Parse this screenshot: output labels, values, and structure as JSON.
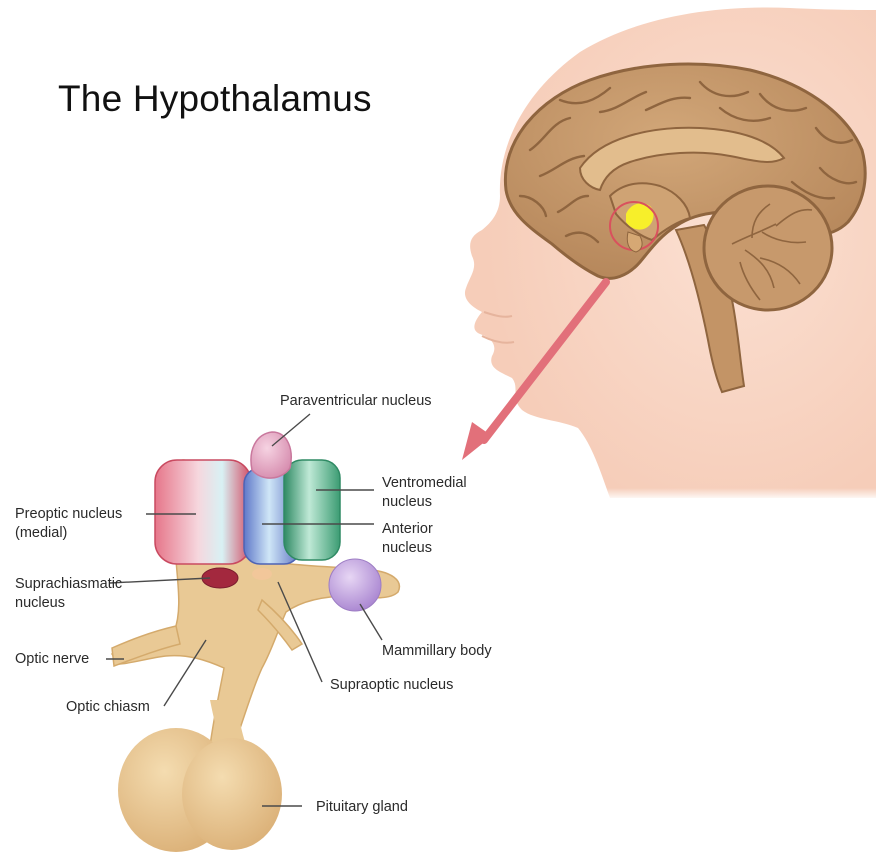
{
  "title": "The Hypothalamus",
  "colors": {
    "skin": "#f9d7c6",
    "brain": "#c39466",
    "brain_dark": "#8f653f",
    "tissue": "#e9c995",
    "highlight": "#f7ef2a",
    "pointer": "#e2707a",
    "callout_line": "#4a4a4a",
    "preoptic": "#e0566e",
    "anterior": "#5b73c6",
    "ventromedial": "#3f9e76",
    "paraventricular": "#d991b0",
    "suprachiasmatic": "#a3283e",
    "mammillary": "#b592d6"
  },
  "labels": {
    "paraventricular": "Paraventricular nucleus",
    "ventromedial_1": "Ventromedial",
    "ventromedial_2": "nucleus",
    "anterior_1": "Anterior",
    "anterior_2": "nucleus",
    "preoptic_1": "Preoptic nucleus",
    "preoptic_2": "(medial)",
    "suprachiasmatic_1": "Suprachiasmatic",
    "suprachiasmatic_2": "nucleus",
    "optic_nerve": "Optic nerve",
    "optic_chiasm": "Optic chiasm",
    "mammillary": "Mammillary body",
    "supraoptic": "Supraoptic nucleus",
    "pituitary": "Pituitary gland"
  }
}
